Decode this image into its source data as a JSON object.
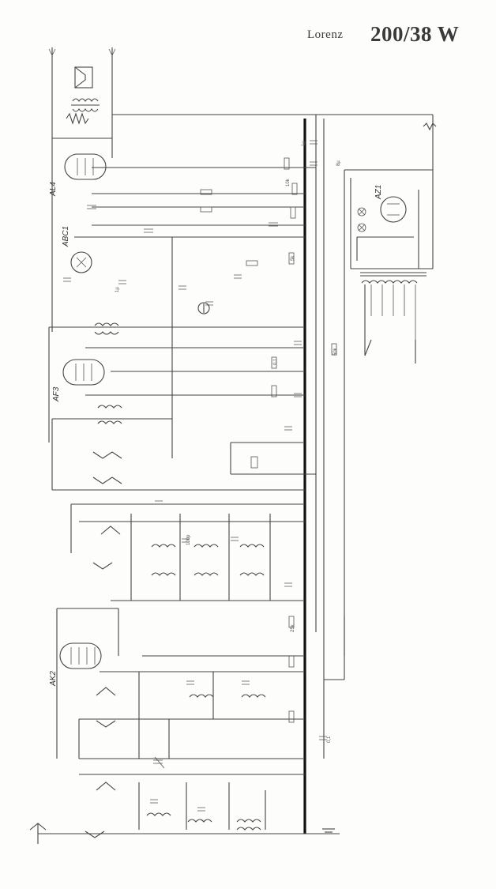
{
  "header": {
    "brand": "Lorenz",
    "model": "200/38 W"
  },
  "tubes": [
    {
      "label": "AL4"
    },
    {
      "label": "ABC1"
    },
    {
      "label": "AF3"
    },
    {
      "label": "AK2"
    },
    {
      "label": "AZ1"
    }
  ]
}
